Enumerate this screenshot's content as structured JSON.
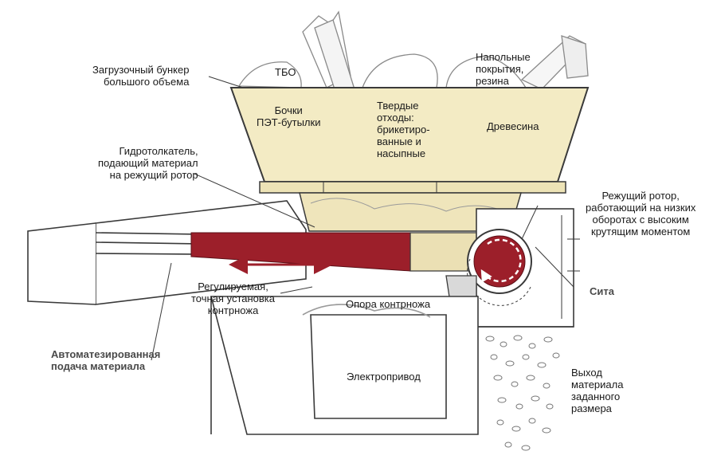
{
  "colors": {
    "hopper_fill": "#f3ebc4",
    "ram_red": "#9c1f2a",
    "outline": "#3a3a3a",
    "sketch": "#9a9a9a"
  },
  "labels": {
    "hopper": "Загрузочный бункер\nбольшого объема",
    "tbo": "ТБО",
    "flooring": "Напольные\nпокрытия,\nрезина",
    "barrels": "Бочки\nПЭТ-бутылки",
    "solid_waste": "Твердые\nотходы:\nбрикетиро-\nванные и\nнасыпные",
    "wood": "Древесина",
    "ram": "Гидротолкатель,\nподающий материал\nна режущий ротор",
    "rotor": "Режущий ротор,\nработающий на низких\nоборотах с высоким\nкрутящим моментом",
    "adjustable": "Регулируемая,\nточная установка\nконтрножа",
    "counter_support": "Опора контрножа",
    "screens": "Сита",
    "auto_feed": "Автоматезированная\nподача материала",
    "motor": "Электропривод",
    "output": "Выход\nматериала\nзаданного\nразмера"
  }
}
